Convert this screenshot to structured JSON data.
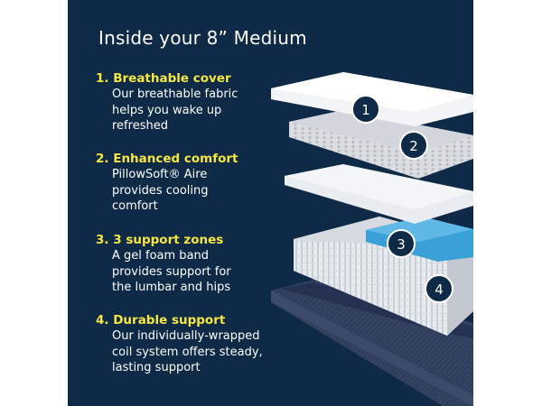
{
  "title": "Inside your 8” Medium",
  "features": [
    {
      "number": "1",
      "heading": "1. Breathable cover",
      "lines": [
        "Our breathable fabric",
        "helps you wake up",
        "refreshed"
      ]
    },
    {
      "number": "2",
      "heading": "2. Enhanced comfort",
      "lines": [
        "PillowSoft® Aire",
        "provides cooling",
        "comfort"
      ]
    },
    {
      "number": "3",
      "heading": "3. 3 support zones",
      "lines": [
        "A gel foam band",
        "provides support for",
        "the lumbar and hips"
      ]
    },
    {
      "number": "4",
      "heading": "4. Durable support",
      "lines": [
        "Our individually-wrapped",
        "coil system offers steady,",
        "lasting support"
      ]
    }
  ],
  "callouts": [
    "1",
    "2",
    "3",
    "4"
  ],
  "colors": {
    "background": "#0e2a46",
    "heading_accent": "#f5e642",
    "text": "#ffffff",
    "gel_band": "#3aa0d8",
    "base_fabric": "#2b3a5a"
  }
}
